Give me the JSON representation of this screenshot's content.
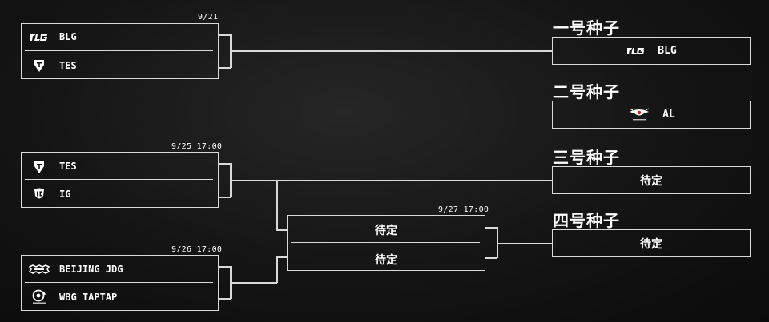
{
  "match1": {
    "date": "9/21",
    "team1": {
      "name": "BLG",
      "icon": "blg-logo-icon"
    },
    "team2": {
      "name": "TES",
      "icon": "tes-logo-icon"
    }
  },
  "match2": {
    "date": "9/25 17:00",
    "team1": {
      "name": "TES",
      "icon": "tes-logo-icon"
    },
    "team2": {
      "name": "IG",
      "icon": "ig-logo-icon"
    }
  },
  "match3": {
    "date": "9/26 17:00",
    "team1": {
      "name": "BEIJING JDG",
      "icon": "jdg-logo-icon"
    },
    "team2": {
      "name": "WBG TAPTAP",
      "icon": "wbg-logo-icon"
    }
  },
  "match4": {
    "date": "9/27 17:00",
    "team1": "待定",
    "team2": "待定"
  },
  "seeds": {
    "seed1": {
      "title": "一号种子",
      "team": "BLG",
      "icon": "blg-logo-icon"
    },
    "seed2": {
      "title": "二号种子",
      "team": "AL",
      "icon": "al-logo-icon"
    },
    "seed3": {
      "title": "三号种子",
      "value": "待定"
    },
    "seed4": {
      "title": "四号种子",
      "value": "待定"
    }
  },
  "colors": {
    "background": "#141414",
    "line": "#d9d9d9",
    "text": "#ffffff"
  }
}
